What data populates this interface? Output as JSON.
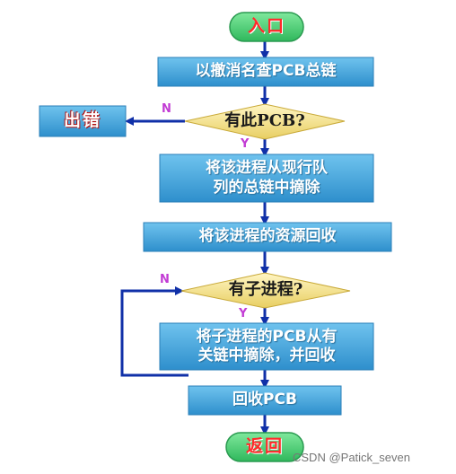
{
  "flow": {
    "start": "入口",
    "step_find": "以撤消名查PCB总链",
    "decision_has_pcb": "有此PCB?",
    "error": "出错",
    "step_remove": "将该进程从现行队\n列的总链中摘除",
    "step_release": "将该进程的资源回收",
    "decision_has_child": "有子进程?",
    "step_child": "将子进程的PCB从有\n关链中摘除，并回收",
    "step_recycle": "回收PCB",
    "end": "返回",
    "branch_no": "N",
    "branch_yes": "Y"
  },
  "watermark": "CSDN @Patick_seven",
  "colors": {
    "box": "#3aa0d8",
    "terminal": "#3fcf6f",
    "error_box": "#3aa0d8",
    "decision": "#f0e08a",
    "arrow": "#1030a8"
  }
}
